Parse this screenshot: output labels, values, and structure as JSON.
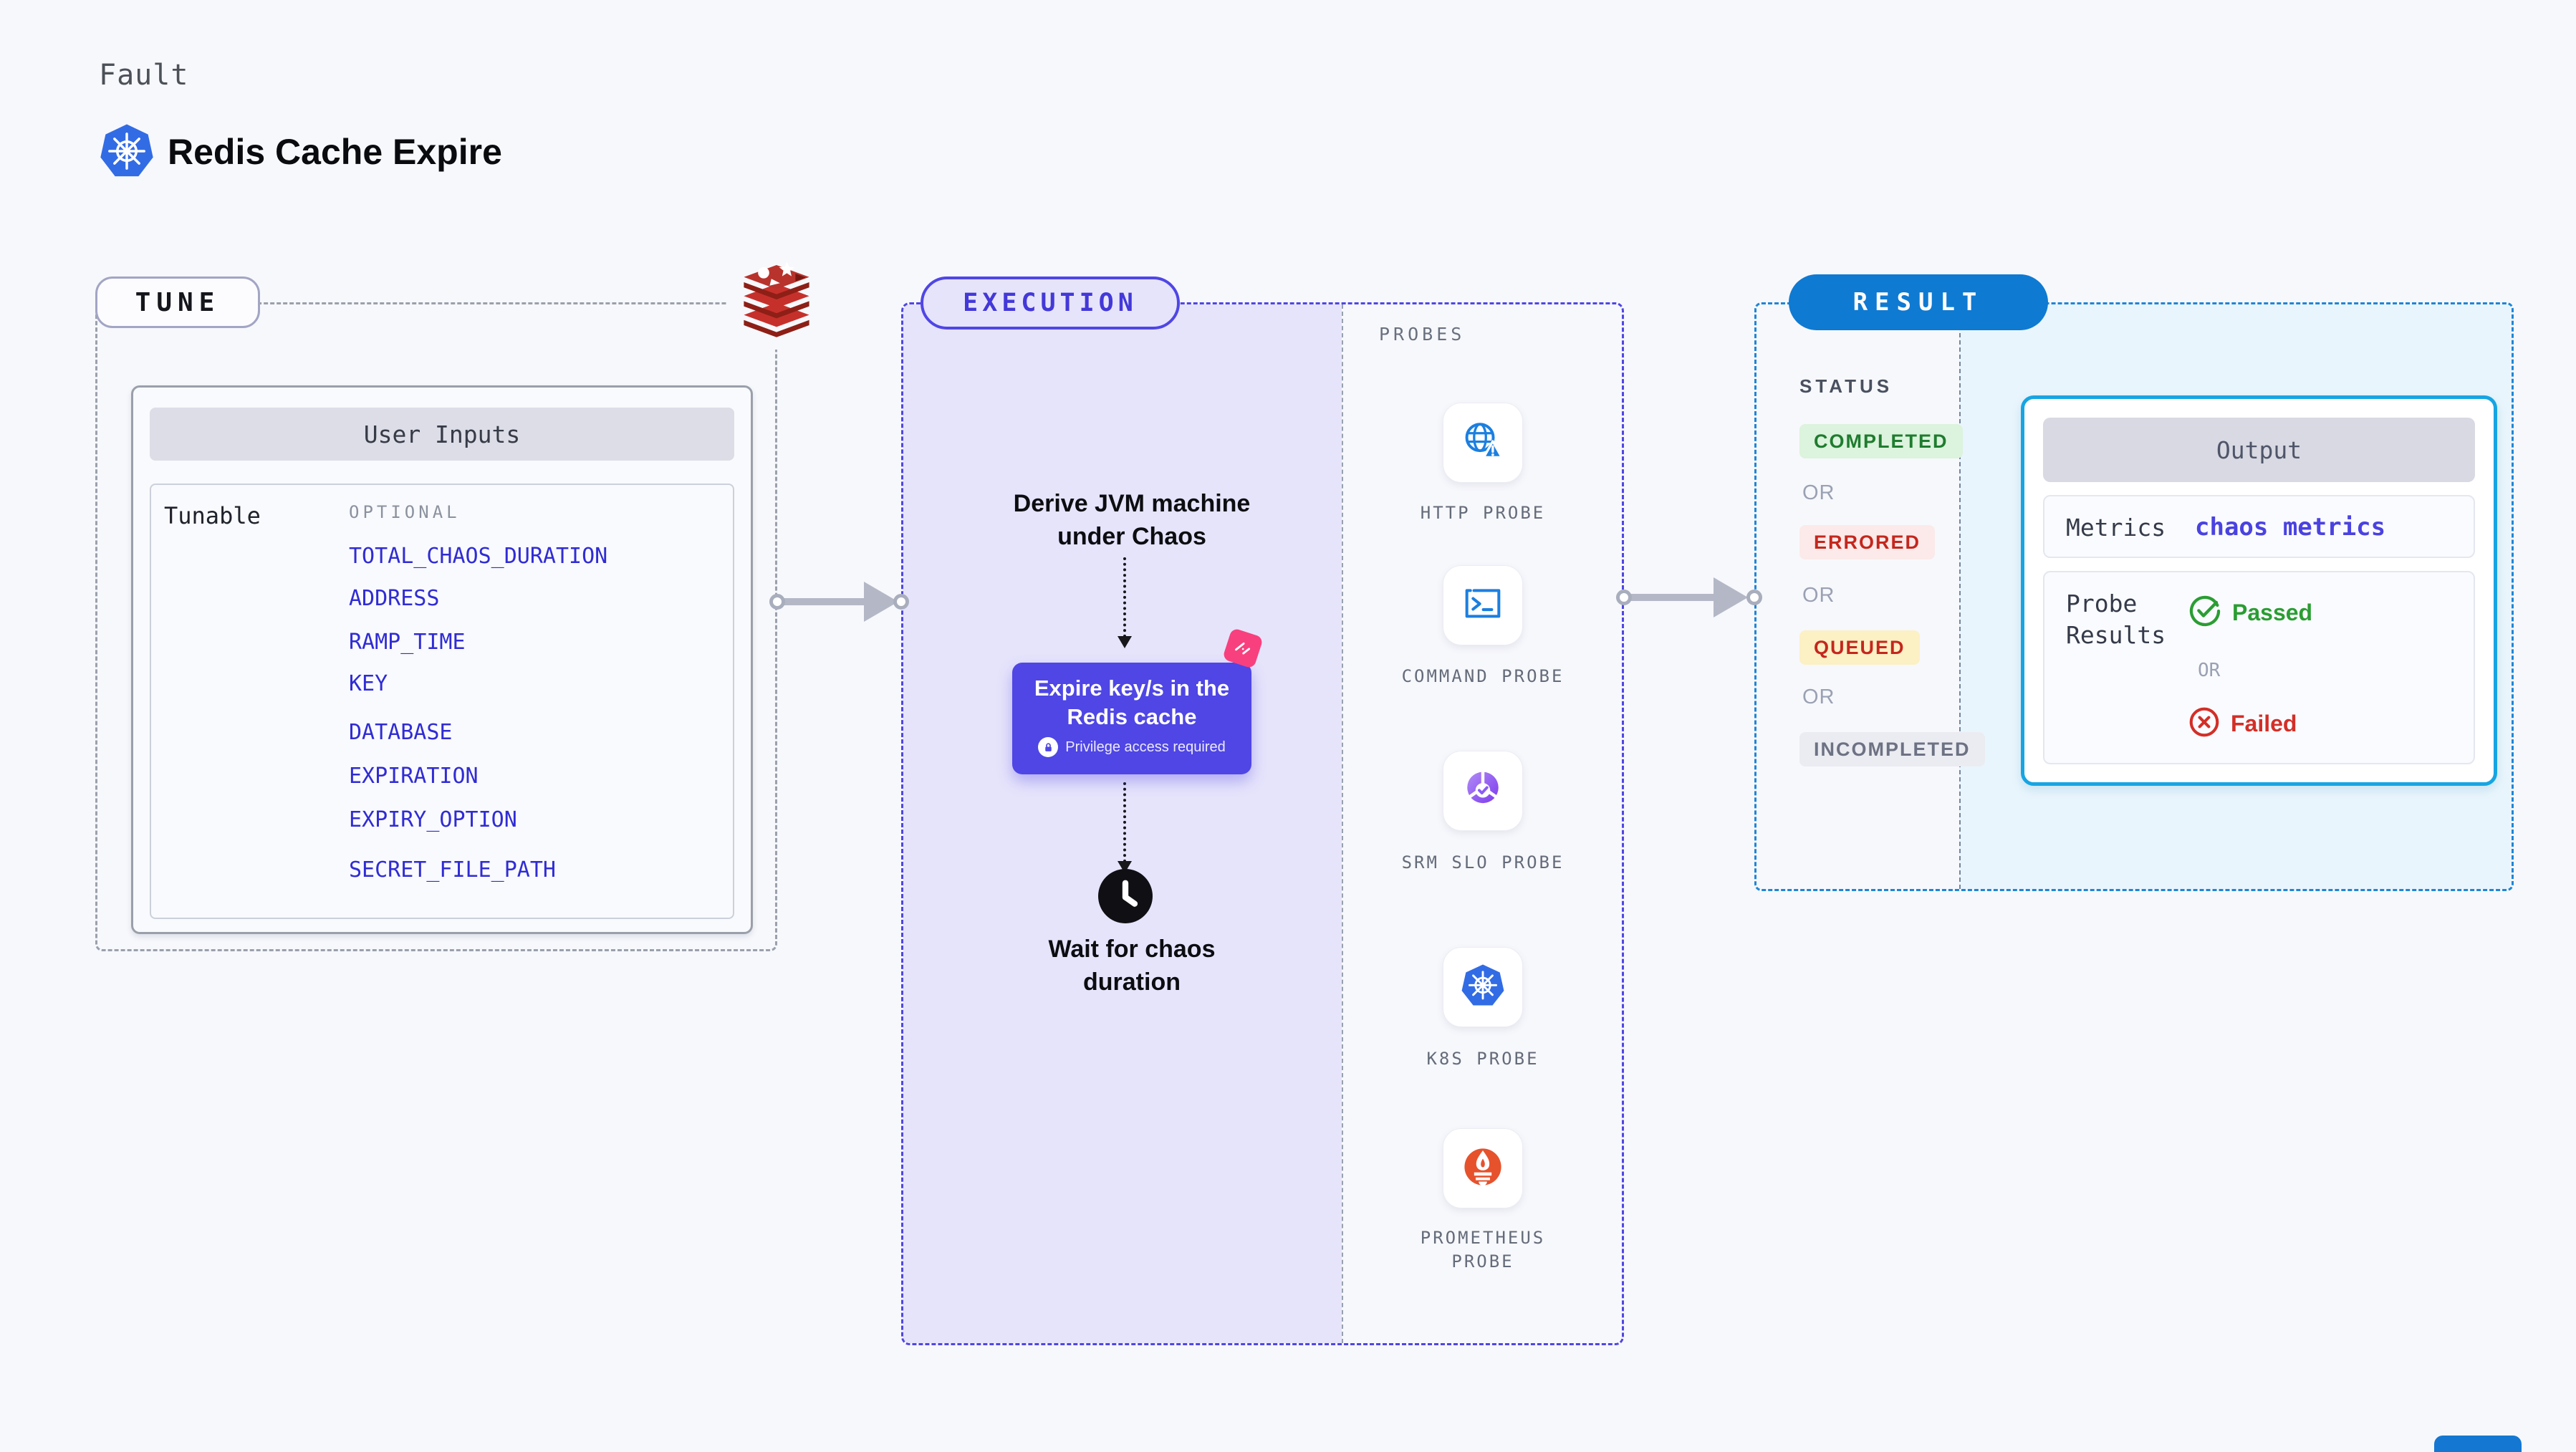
{
  "page": {
    "category_label": "Fault",
    "title": "Redis Cache Expire"
  },
  "colors": {
    "page_bg": "#f7f8fc",
    "accent_indigo": "#4f46e5",
    "lavender": "#e6e4fb",
    "result_badge_blue": "#0f7ad2",
    "result_dash_blue": "#1e86d6",
    "output_border_cyan": "#17a5e2",
    "result_light_blue_bg": "#e9f5fc",
    "param_blue": "#302cd4",
    "probe_icon_blue": "#1b7fe0",
    "gray_dash": "#9aa0ab",
    "arrow_gray": "#b4b8c6",
    "redis_red": "#c6302b",
    "prometheus_orange": "#e6522c",
    "k8s_blue": "#326ce5",
    "pink_badge": "#f8407e",
    "passed_green": "#2a9d33",
    "failed_red": "#d22f28",
    "status_completed_bg": "#dcf3dd",
    "status_completed_fg": "#1f7c2f",
    "status_errored_bg": "#fbeae9",
    "status_errored_fg": "#c4271d",
    "status_queued_bg": "#fcf0c5",
    "status_queued_fg": "#c4271d",
    "status_incompleted_bg": "#ebecf2",
    "status_incompleted_fg": "#6d7283"
  },
  "tune": {
    "badge": "TUNE",
    "user_inputs": {
      "header": "User Inputs",
      "row_label": "Tunable",
      "group_label": "OPTIONAL",
      "params": [
        "TOTAL_CHAOS_DURATION",
        "ADDRESS",
        "RAMP_TIME",
        "KEY",
        "DATABASE",
        "EXPIRATION",
        "EXPIRY_OPTION",
        "SECRET_FILE_PATH"
      ]
    }
  },
  "execution": {
    "badge": "EXECUTION",
    "step_derive": {
      "line1": "Derive JVM machine",
      "line2": "under Chaos"
    },
    "chaos_card": {
      "line1": "Expire key/s in the",
      "line2": "Redis cache",
      "note": "Privilege access required"
    },
    "step_wait": {
      "line1": "Wait for chaos",
      "line2": "duration"
    }
  },
  "probes": {
    "label": "PROBES",
    "items": [
      {
        "label": "HTTP PROBE",
        "icon": "globe-warning-icon"
      },
      {
        "label": "COMMAND PROBE",
        "icon": "terminal-icon"
      },
      {
        "label": "SRM SLO PROBE",
        "icon": "slo-donut-check-icon"
      },
      {
        "label": "K8S PROBE",
        "icon": "kubernetes-icon"
      },
      {
        "label": "PROMETHEUS PROBE",
        "icon": "prometheus-flame-icon"
      }
    ]
  },
  "result": {
    "badge": "RESULT",
    "status_label": "STATUS",
    "or_label": "OR",
    "statuses": [
      {
        "label": "COMPLETED",
        "bg": "#dcf3dd",
        "color": "#1f7c2f"
      },
      {
        "label": "ERRORED",
        "bg": "#fbeae9",
        "color": "#c4271d"
      },
      {
        "label": "QUEUED",
        "bg": "#fcf0c5",
        "color": "#c4271d"
      },
      {
        "label": "INCOMPLETED",
        "bg": "#ebecf2",
        "color": "#6d7283"
      }
    ],
    "output": {
      "header": "Output",
      "metrics_label": "Metrics",
      "metrics_value": "chaos metrics",
      "probe_results_label": "Probe Results",
      "passed_label": "Passed",
      "or_label": "OR",
      "failed_label": "Failed"
    }
  }
}
